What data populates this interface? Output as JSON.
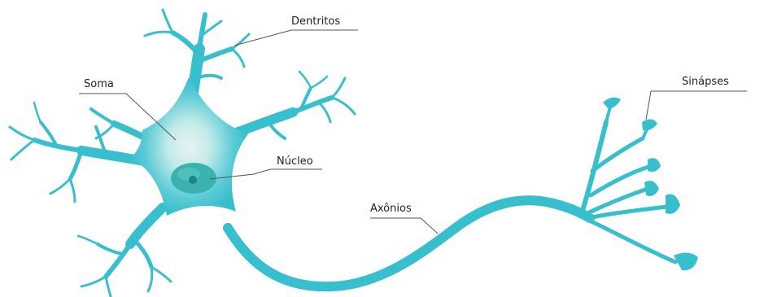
{
  "labels": {
    "dendrites": "Dentritos",
    "soma": "Soma",
    "nucleus": "Núcleo",
    "axon": "Axônios",
    "synapses": "Sinápses"
  },
  "colors": {
    "neuron": "#38bfce",
    "soma_center": "#e6f4f2",
    "nucleus": "#3ab3b0",
    "nucleolus": "#1c8686",
    "leader_line": "#555555"
  }
}
